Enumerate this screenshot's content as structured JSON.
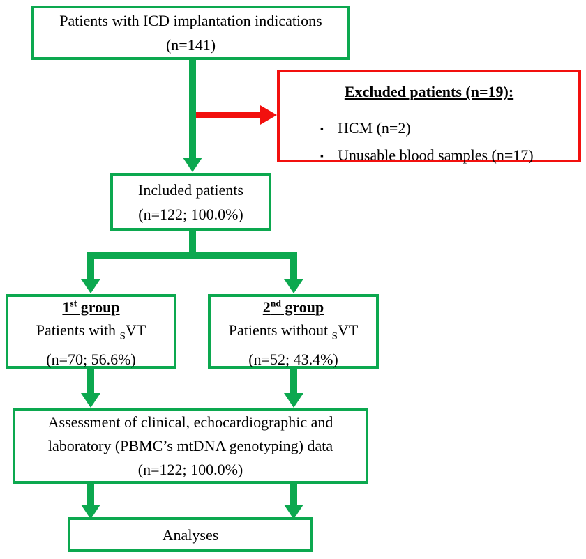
{
  "colors": {
    "green": "#0ca84f",
    "red": "#f2100e",
    "text": "#000000"
  },
  "bullet_glyph": "▪",
  "boxes": {
    "top": {
      "line1": "Patients with ICD implantation indications",
      "line2": "(n=141)"
    },
    "excluded": {
      "title": "Excluded patients (n=19):",
      "bullets": [
        "HCM (n=2)",
        "Unusable blood samples (n=17)"
      ]
    },
    "included": {
      "line1": "Included patients",
      "line2": "(n=122; 100.0%)"
    },
    "group1": {
      "title_num": "1",
      "title_sup": "st",
      "title_rest": " group",
      "line2_pre": "Patients with ",
      "line2_sub": "S",
      "line2_post": "VT",
      "line3": "(n=70; 56.6%)"
    },
    "group2": {
      "title_num": "2",
      "title_sup": "nd",
      "title_rest": " group",
      "line2_pre": "Patients without ",
      "line2_sub": "S",
      "line2_post": "VT",
      "line3": "(n=52; 43.4%)"
    },
    "assessment": {
      "line1": "Assessment of clinical, echocardiographic and",
      "line2": "laboratory (PBMC’s mtDNA genotyping) data",
      "line3": "(n=122; 100.0%)"
    },
    "analyses": {
      "label": "Analyses"
    }
  }
}
